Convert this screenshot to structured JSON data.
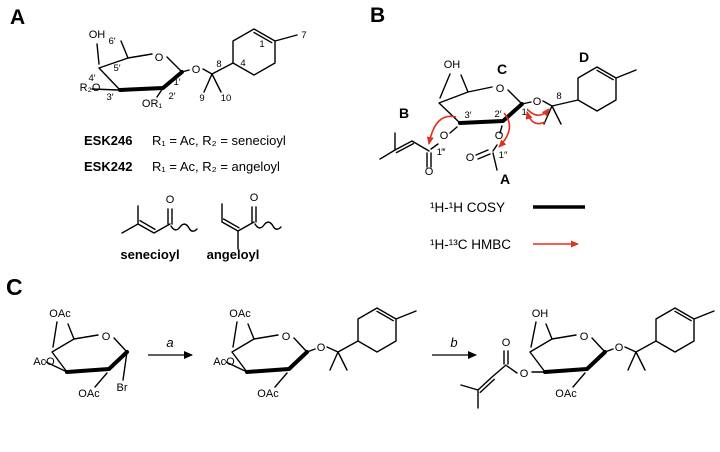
{
  "colors": {
    "bond": "#000000",
    "hmbc_red": "#e0301e",
    "background": "#ffffff"
  },
  "panel_a": {
    "label": "A",
    "sugar": {
      "oh": "OH",
      "ring_o": "O",
      "r2o": "R₂O",
      "or1": "OR₁",
      "loc6": "6′",
      "loc5": "5′",
      "loc4": "4′",
      "loc3": "3′",
      "loc2": "2′",
      "loc1": "1′"
    },
    "aglycone": {
      "glyco_o": "O",
      "loc8": "8",
      "loc9": "9",
      "loc10": "10",
      "loc4": "4",
      "loc1": "1",
      "loc7": "7"
    },
    "compounds": [
      {
        "name": "ESK246",
        "definition": "R₁ = Ac, R₂ = senecioyl"
      },
      {
        "name": "ESK242",
        "definition": "R₁ = Ac, R₂ = angeloyl"
      }
    ],
    "senecioyl": {
      "carbonyl_o": "O",
      "name": "senecioyl"
    },
    "angeloyl": {
      "carbonyl_o": "O",
      "name": "angeloyl"
    }
  },
  "panel_b": {
    "label": "B",
    "ring_labels": {
      "a": "A",
      "b": "B",
      "c": "C",
      "d": "D"
    },
    "atoms": {
      "oh": "OH",
      "ring_o": "O",
      "loc3": "3′",
      "loc2": "2′",
      "loc1": "1′",
      "loc8": "8",
      "glyco_o": "O",
      "ester_o_3": "O",
      "carbonyl_o_3": "O",
      "loc1ppp": "1‴",
      "ester_o_2": "O",
      "carbonyl_o_2": "O",
      "loc1pp": "1″"
    },
    "legend": {
      "cosy": "¹H-¹H COSY",
      "hmbc": "¹H-¹³C HMBC"
    }
  },
  "panel_c": {
    "label": "C",
    "step_a": "a",
    "step_b": "b",
    "bromide": {
      "oac_top": "OAc",
      "aco_left": "AcO",
      "oac_bottom": "OAc",
      "ring_o": "O",
      "br": "Br"
    },
    "triacetate": {
      "oac_top": "OAc",
      "aco_left": "AcO",
      "oac_bottom": "OAc",
      "ring_o": "O",
      "glyco_o": "O"
    },
    "product": {
      "oh": "OH",
      "ester_o": "O",
      "carbonyl_o": "O",
      "oac_bottom": "OAc",
      "ring_o": "O",
      "glyco_o": "O"
    }
  }
}
